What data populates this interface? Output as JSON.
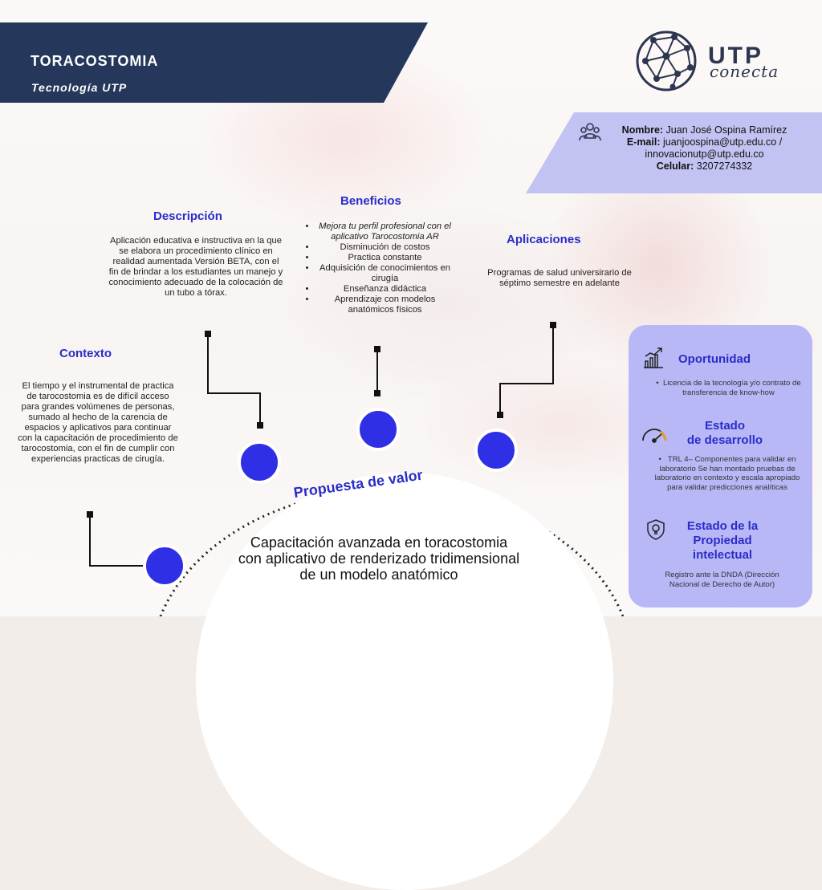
{
  "header": {
    "title": "TORACOSTOMIA",
    "subtitle": "Tecnología UTP",
    "banner_color": "#25375a"
  },
  "logo": {
    "brand": "UTP",
    "tagline": "conecta"
  },
  "contact": {
    "name_label": "Nombre:",
    "name_value": " Juan José Ospina Ramírez",
    "email_label": "E-mail:",
    "email_value": " juanjoospina@utp.edu.co / innovacionutp@utp.edu.co",
    "phone_label": "Celular:",
    "phone_value": " 3207274332"
  },
  "sections": {
    "descripcion": {
      "heading": "Descripción",
      "text": "Aplicación educativa e instructiva en la  que se elabora un procedimiento clínico en realidad aumentada Versión BETA,  con el fin de brindar a los estudiantes  un manejo y conocimiento adecuado de la colocación de un tubo a tórax."
    },
    "beneficios": {
      "heading": "Beneficios",
      "items": [
        "Mejora tu perfil profesional con el aplicativo Tarocostomia AR",
        "Disminución de costos",
        "Practica constante",
        "Adquisición de conocimientos en cirugía",
        "Enseñanza didáctica",
        "Aprendizaje con modelos anatómicos físicos"
      ]
    },
    "aplicaciones": {
      "heading": "Aplicaciones",
      "text": "Programas de salud universirario de séptimo semestre en adelante"
    },
    "contexto": {
      "heading": "Contexto",
      "text": "El tiempo y el instrumental de practica de tarocostomia es de difícil acceso para grandes volúmenes de personas, sumado al hecho de la carencia de espacios y aplicativos para continuar con la capacitación de procedimiento de tarocostomia, con el fin de cumplir con experiencias practicas de cirugía."
    },
    "propuesta": {
      "heading": "Propuesta de valor",
      "text": "Capacitación avanzada en toracostomia con aplicativo de renderizado tridimensional de un modelo anatómico"
    }
  },
  "side_panel": {
    "oportunidad": {
      "heading": "Oportunidad",
      "text": "Licencia de la tecnología y/o contrato de transferencia de know-how"
    },
    "estado": {
      "heading_line1": "Estado",
      "heading_line2": "de desarrollo",
      "text": "TRL 4–   Componentes para validar en laboratorio Se han montado pruebas de laboratorio en contexto y escala apropiado para validar predicciones analíticas"
    },
    "propiedad": {
      "heading_line1": "Estado de la",
      "heading_line2": "Propiedad",
      "heading_line3": "intelectual",
      "text": "Registro ante la DNDA (Dirección Nacional de Derecho de Autor)"
    }
  },
  "colors": {
    "accent": "#2a2cc9",
    "node": "#2f2fe6",
    "panel": "#b8b8f7",
    "contact_box": "#c3c3f3"
  }
}
